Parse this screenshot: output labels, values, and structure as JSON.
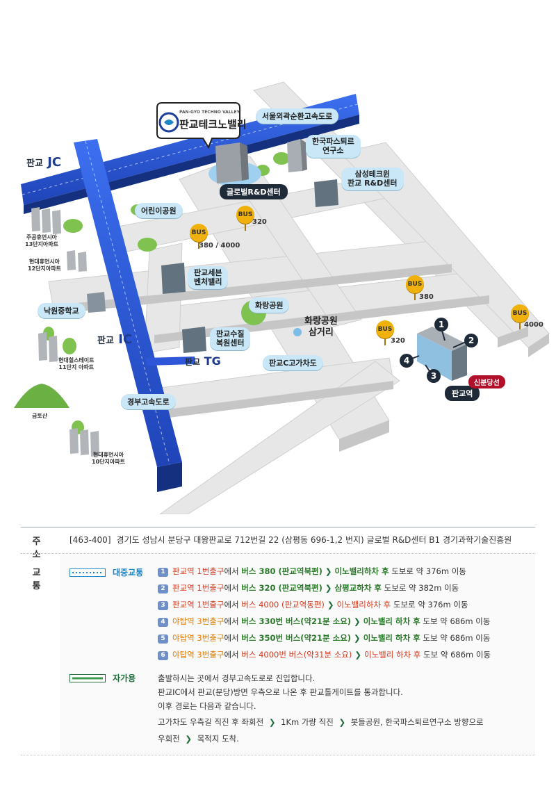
{
  "map": {
    "logo": {
      "small": "PAN-GYO TECHNO VALLEY",
      "main": "판교테크노밸리"
    },
    "roads": {
      "seoul_ring": "서울외곽순환고속도로",
      "pangyo_jc_a": "판교",
      "pangyo_jc_b": "JC",
      "pangyo_ic_a": "판교",
      "pangyo_ic_b": "IC",
      "pangyo_tg_a": "판교",
      "pangyo_tg_b": "TG",
      "gyeongbu": "경부고속도로",
      "pangyo_c": "판교C고가차도"
    },
    "places": {
      "global_rd": "글로벌R&D센터",
      "pasteur_1": "한국파스퇴르",
      "pasteur_2": "연구소",
      "samsung_1": "삼성테크윈",
      "samsung_2": "판교 R&D센터",
      "childrens_park": "어린이공원",
      "venture_1": "판교세븐",
      "venture_2": "벤처밸리",
      "hwarang_park": "화랑공원",
      "hwarang_cross_1": "화랑공원",
      "hwarang_cross_2": "삼거리",
      "welfare_1": "판교수질",
      "welfare_2": "복원센터",
      "nakwon": "낙원중학교",
      "pangyo_station": "판교역",
      "shinbundang": "신분당선",
      "jugong_1": "주공휴먼시아",
      "jugong_2": "13단지아파트",
      "hyundai12_1": "현대휴먼시아",
      "hyundai12_2": "12단지아파트",
      "hillstate_1": "현대힐스테이트",
      "hillstate_2": "11단지 아파트",
      "geumto": "금토산",
      "hyundai10_1": "현대휴먼시아",
      "hyundai10_2": "10단지아파트"
    },
    "bus": {
      "label": "BUS",
      "a_num": "380 / 4000",
      "b_num": "320",
      "c_num": "380",
      "d_num": "4000",
      "e_num": "320"
    },
    "exits": [
      "1",
      "2",
      "3",
      "4"
    ]
  },
  "info": {
    "addr_head": "주 소",
    "addr_code": "[463-400]",
    "addr_text": "경기도 성남시 분당구 대왕판교로 712번길 22 (삼평동 696-1,2 번지) 글로벌 R&D센터  B1 경기과학기술진흥원",
    "traffic_head": "교 통",
    "public_label": "대중교통",
    "car_label": "자가용",
    "routes": [
      {
        "n": "1",
        "from": "판교역 1번출구",
        "mid": "에서 ",
        "bus": "버스 380 (판교역북편)",
        "arrow": "❯",
        "stop": "이노밸리하차 후",
        "rest": " 도보로 약 376m 이동"
      },
      {
        "n": "2",
        "from": "판교역 1번출구",
        "mid": "에서 ",
        "bus": "버스 320 (판교역북편)",
        "arrow": "❯",
        "stop": "삼평교하차 후",
        "rest": " 도보로 약 382m 이동"
      },
      {
        "n": "3",
        "from": "판교역 1번출구",
        "mid": "에서 ",
        "bus": "버스 4000 (판교역동편)",
        "arrow": "❯",
        "stop": "이노밸리하차 후",
        "rest": " 도보로 약 376m 이동"
      },
      {
        "n": "4",
        "from": "야탑역 3번출구",
        "mid": "에서 ",
        "bus": "버스 330번 버스(약21분 소요)",
        "arrow": "❯",
        "stop": "이노밸리 하차 후",
        "rest": " 도보 약 686m 이동"
      },
      {
        "n": "5",
        "from": "야탑역 3번출구",
        "mid": "에서 ",
        "bus": "버스 350번 버스(약21분 소요)",
        "arrow": "❯",
        "stop": "이노밸리 하차 후",
        "rest": " 도보 약 686m 이동"
      },
      {
        "n": "6",
        "from": "야탑역 3번출구",
        "mid": "에서 ",
        "bus": "버스 4000번 버스(약31분 소요)",
        "arrow": "❯",
        "stop": "이노밸리 하차 후",
        "rest": " 도보 약 686m 이동"
      }
    ],
    "car_lines": [
      "출발하시는 곳에서 경부고속도로로 진입합니다.",
      "판교IC에서 판교(분당)방면 우측으로 나온 후 판교톨게이트를 통과합니다.",
      "이후 경로는 다음과 같습니다."
    ],
    "car_path": {
      "a": "고가차도 우측길 직진 후 좌회전",
      "arrow": "❯",
      "b": "1Km 가량 직진",
      "c": "봇들공원, 한국파스퇴르연구소 방향으로",
      "d": "우회전",
      "e": "목적지 도착."
    },
    "colors": {
      "accent": "#1c86c7",
      "red": "#d23b1f",
      "green": "#2b7a2b",
      "orange": "#e07b00",
      "blue_road": "#2d57d8"
    }
  }
}
